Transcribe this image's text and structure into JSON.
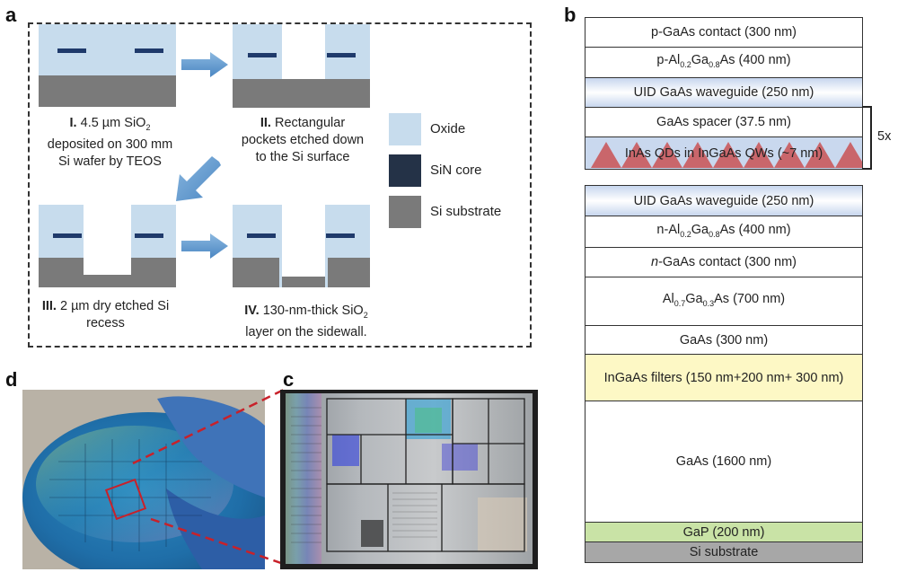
{
  "panels": {
    "a": "a",
    "b": "b",
    "c": "c",
    "d": "d"
  },
  "panel_a": {
    "captions": {
      "s1": {
        "num": "I.",
        "text_pre": "4.5 µm SiO",
        "sub": "2",
        "line2": "deposited on 300 mm",
        "line3": "Si wafer by TEOS"
      },
      "s2": {
        "num": "II.",
        "line1": "Rectangular",
        "line2": "pockets etched down",
        "line3": "to the Si surface"
      },
      "s3": {
        "num": "III.",
        "line1": "2 µm dry etched Si",
        "line2": "recess"
      },
      "s4": {
        "num": "IV.",
        "line1_pre": "130-nm-thick SiO",
        "sub": "2",
        "line2": "layer on the sidewall."
      }
    },
    "legend": [
      {
        "label": "Oxide",
        "color": "#c7dced"
      },
      {
        "label": "SiN core",
        "color": "#243247"
      },
      {
        "label": "Si substrate",
        "color": "#7a7a7a"
      }
    ]
  },
  "panel_b": {
    "repeat_label": "5x",
    "layers": [
      {
        "text": "p-GaAs contact (300 nm)"
      },
      {
        "pre": "p-Al",
        "s1": "0.2",
        "mid": "Ga",
        "s2": "0.8",
        "post": "As (400 nm)"
      },
      {
        "text": "UID GaAs waveguide (250 nm)"
      },
      {
        "text": "GaAs spacer (37.5 nm)"
      },
      {
        "text": "InAs QDs in InGaAs QWs (~7 nm)"
      },
      {
        "text": "UID GaAs waveguide (250 nm)"
      },
      {
        "pre": "n-Al",
        "s1": "0.2",
        "mid": "Ga",
        "s2": "0.8",
        "post": "As (400 nm)"
      },
      {
        "ital": "n",
        "text": "-GaAs contact (300 nm)"
      },
      {
        "pre": "Al",
        "s1": "0.7",
        "mid": "Ga",
        "s2": "0.3",
        "post": "As (700 nm)"
      },
      {
        "text": "GaAs (300 nm)"
      },
      {
        "text": "InGaAs filters (150 nm+200 nm+ 300 nm)"
      },
      {
        "text": "GaAs (1600 nm)"
      },
      {
        "text": "GaP (200 nm)"
      },
      {
        "text": "Si substrate"
      }
    ],
    "colors": {
      "filters": "#fdf8c5",
      "gap": "#c9e3a6",
      "si": "#a7a7a7",
      "qd": "#c9666b"
    }
  }
}
